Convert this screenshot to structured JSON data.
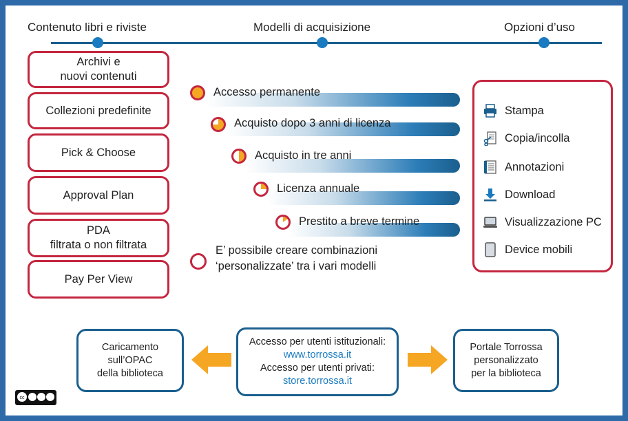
{
  "headers": {
    "content": "Contenuto libri e riviste",
    "models": "Modelli di acquisizione",
    "options": "Opzioni d’uso"
  },
  "content_boxes": [
    {
      "line1": "Archivi e",
      "line2": "nuovi contenuti"
    },
    {
      "line1": "Collezioni predefinite"
    },
    {
      "line1": "Pick & Choose"
    },
    {
      "line1": "Approval Plan"
    },
    {
      "line1": "PDA",
      "line2": "filtrata o non filtrata"
    },
    {
      "line1": "Pay Per View"
    }
  ],
  "models": [
    {
      "label": "Accesso permanente",
      "fill": 1.0
    },
    {
      "label": "Acquisto dopo 3 anni di licenza",
      "fill": 0.75
    },
    {
      "label": "Acquisto in tre anni",
      "fill": 0.5
    },
    {
      "label": "Licenza annuale",
      "fill": 0.25
    },
    {
      "label": "Prestito a breve termine",
      "fill": 0.15
    }
  ],
  "combination_note": {
    "line1": "E’ possibile creare combinazioni",
    "line2": "‘personalizzate’ tra i vari modelli"
  },
  "usage_options": [
    {
      "label": "Stampa",
      "icon": "printer-icon"
    },
    {
      "label": "Copia/incolla",
      "icon": "scissors-document-icon"
    },
    {
      "label": "Annotazioni",
      "icon": "notes-icon"
    },
    {
      "label": "Download",
      "icon": "download-icon"
    },
    {
      "label": "Visualizzazione PC",
      "icon": "laptop-icon"
    },
    {
      "label": "Device mobili",
      "icon": "tablet-icon"
    }
  ],
  "bottom": {
    "left": {
      "line1": "Caricamento",
      "line2": "sull’OPAC",
      "line3": "della biblioteca"
    },
    "center": {
      "line1": "Accesso per utenti istituzionali:",
      "link1": "www.torrossa.it",
      "line2": "Accesso per utenti privati:",
      "link2": "store.torrossa.it"
    },
    "right": {
      "line1": "Portale Torrossa",
      "line2": "personalizzato",
      "line3": "per la biblioteca"
    }
  },
  "license_badge": {
    "text": "cc by nc nd"
  },
  "colors": {
    "red_border": "#c4263f",
    "blue_line": "#1a5f8e",
    "orange": "#f5a623",
    "link_blue": "#1a7bc0",
    "frame_blue": "#2e6aa8"
  }
}
